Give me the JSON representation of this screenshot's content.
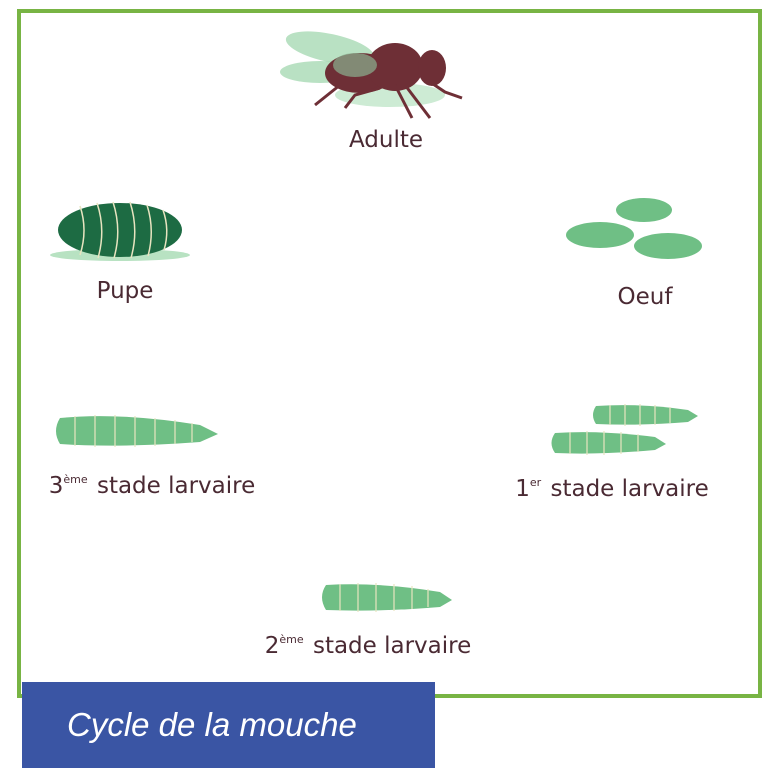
{
  "stages": {
    "adult": "Adulte",
    "egg": "Oeuf",
    "larva1_num": "1",
    "larva1_sup": "er",
    "larva2_num": "2",
    "larva2_sup": "ème",
    "larva3_num": "3",
    "larva3_sup": "ème",
    "larva_text": "stade larvaire",
    "pupa": "Pupe"
  },
  "caption": "Cycle de la mouche",
  "colors": {
    "frame": "#78b444",
    "caption_bg": "#3a55a4",
    "text": "#4a2a33",
    "light_green": "#6fbf85",
    "dark_green": "#1d6b43",
    "fly": "#6e2f36"
  }
}
